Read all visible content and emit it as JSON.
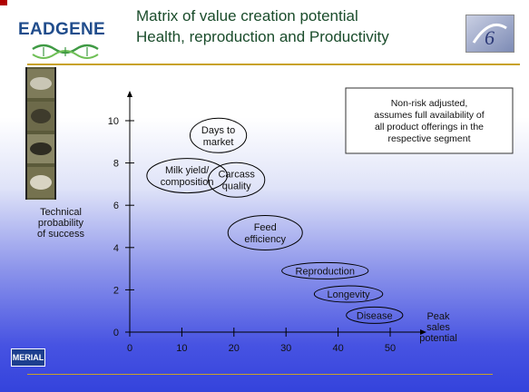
{
  "slide": {
    "title_line1": "Matrix of value creation potential",
    "title_line2": "Health, reproduction and Productivity",
    "logo_text": "EADGENE",
    "footer_logo_text": "MERIAL"
  },
  "colors": {
    "title": "#1a4c2b",
    "accent_line": "#c8a227",
    "logo_blue": "#214d8c"
  },
  "icons": [
    "eadgene-logo",
    "eu-framework-logo",
    "animal-photo-strip",
    "merial-logo"
  ],
  "chart_data": {
    "type": "scatter",
    "xlabel_lines": [
      "Peak",
      "sales",
      "potential"
    ],
    "ylabel_lines": [
      "Technical",
      "probability",
      "of success"
    ],
    "xlim": [
      0,
      50
    ],
    "ylim": [
      0,
      10
    ],
    "x_ticks": [
      0,
      10,
      20,
      30,
      40,
      50
    ],
    "y_ticks": [
      0,
      2,
      4,
      6,
      8,
      10
    ],
    "grid": false,
    "annotation_lines": [
      "Non-risk adjusted,",
      "assumes full availability of",
      "all product offerings in the",
      "respective segment"
    ],
    "points": [
      {
        "label_lines": [
          "Days to",
          "market"
        ],
        "x": 17,
        "y": 9.3
      },
      {
        "label_lines": [
          "Milk yield/",
          "composition"
        ],
        "x": 11,
        "y": 7.4
      },
      {
        "label_lines": [
          "Carcass",
          "quality"
        ],
        "x": 20.5,
        "y": 7.2
      },
      {
        "label_lines": [
          "Feed",
          "efficiency"
        ],
        "x": 26,
        "y": 4.7
      },
      {
        "label_lines": [
          "Reproduction"
        ],
        "x": 37.5,
        "y": 2.9
      },
      {
        "label_lines": [
          "Longevity"
        ],
        "x": 42,
        "y": 1.8
      },
      {
        "label_lines": [
          "Disease"
        ],
        "x": 47,
        "y": 0.8
      }
    ]
  }
}
